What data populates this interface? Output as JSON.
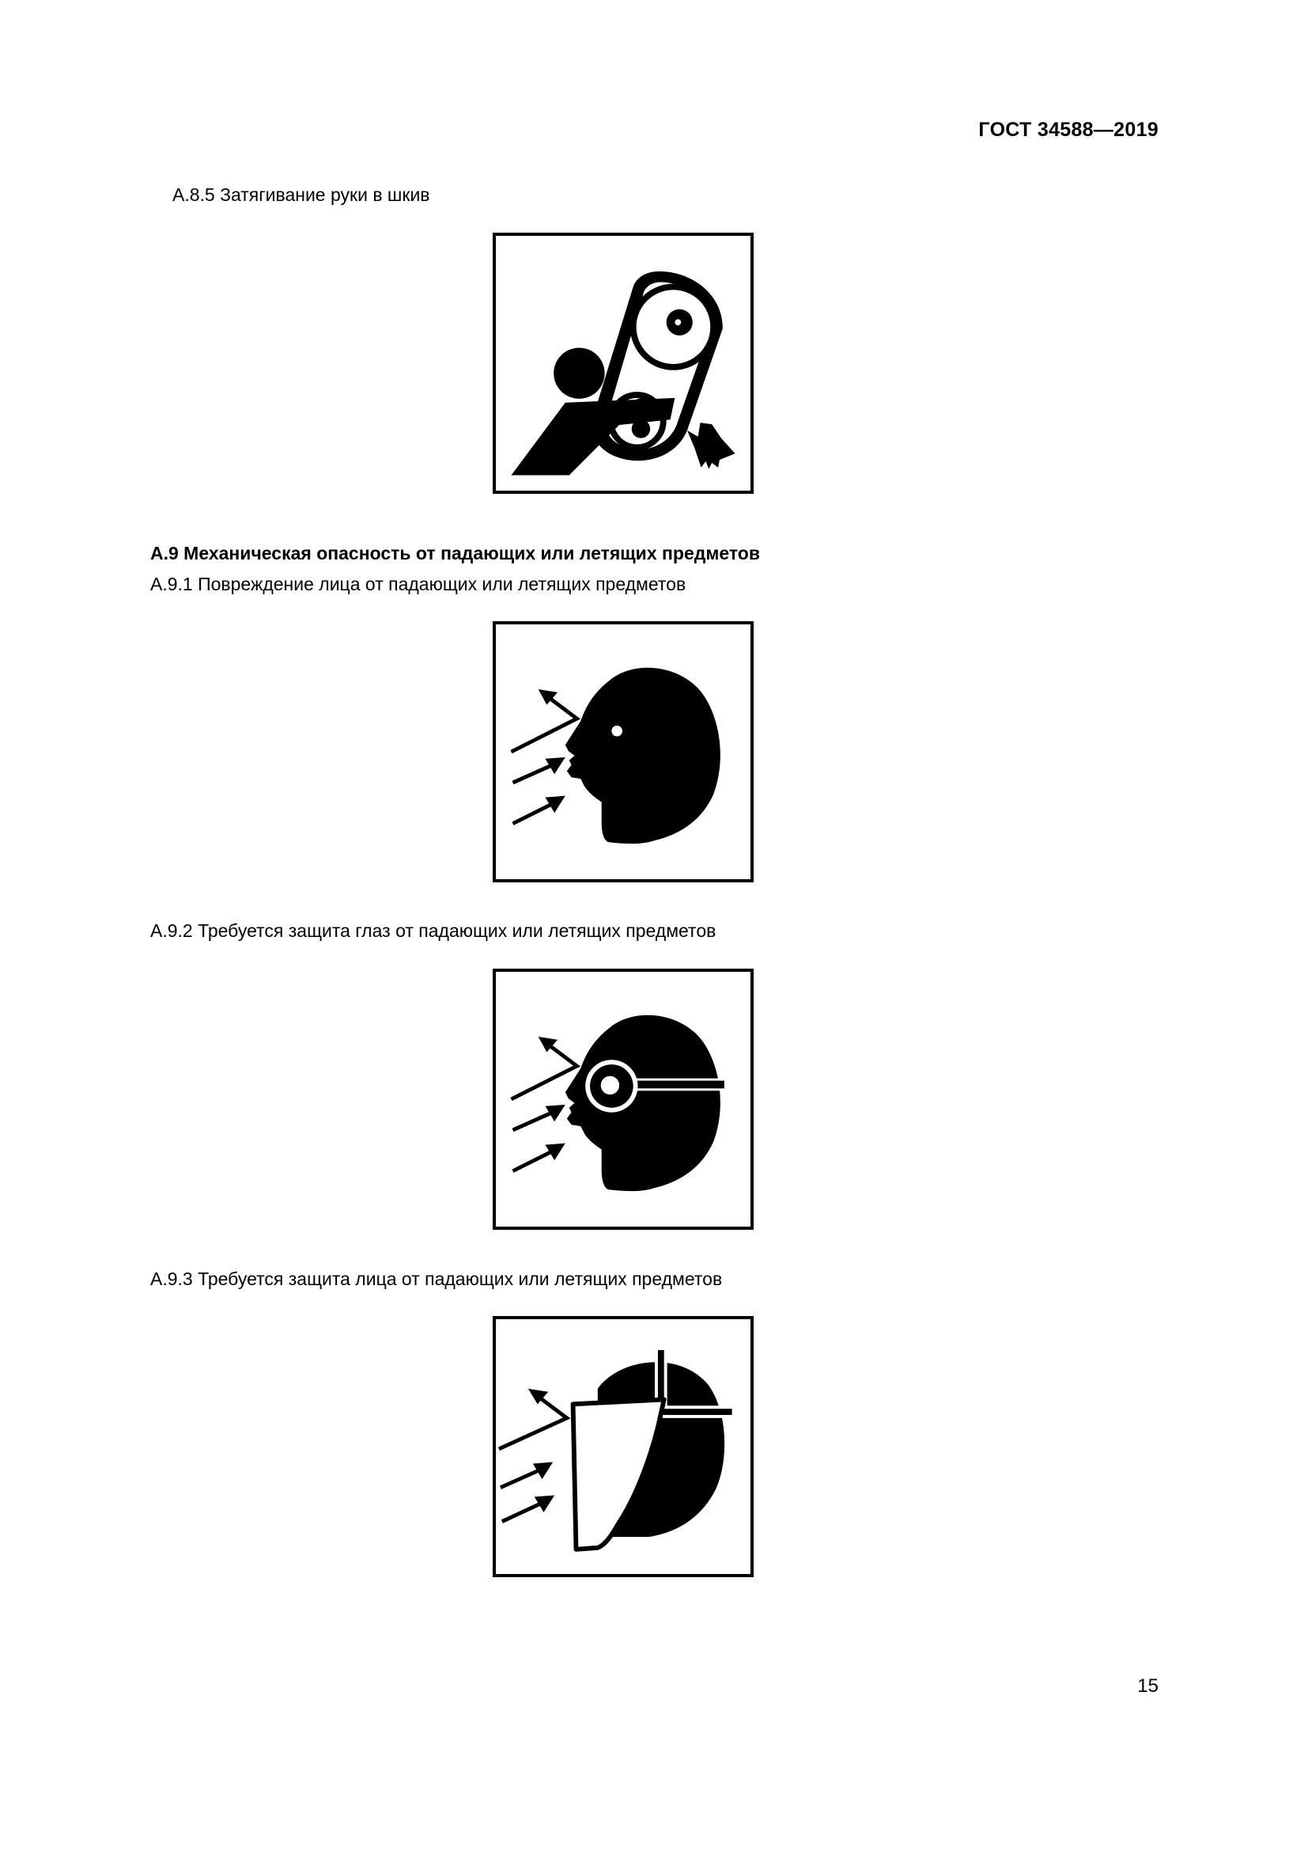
{
  "header": {
    "doc_code": "ГОСТ 34588—2019"
  },
  "items": {
    "a85_title": "А.8.5  Затягивание руки в шкив",
    "a9_heading": "А.9  Механическая опасность от падающих или летящих предметов",
    "a91_title": "А.9.1  Повреждение лица от падающих или летящих предметов",
    "a92_title": "А.9.2  Требуется защита глаз от падающих или летящих предметов",
    "a93_title": "А.9.3  Требуется защита лица от падающих или летящих предметов"
  },
  "icons": {
    "a85": "hand-pulley-entanglement-icon",
    "a91": "face-injury-flying-objects-icon",
    "a92": "eye-protection-required-icon",
    "a93": "face-shield-required-icon"
  },
  "footer": {
    "page_number": "15"
  }
}
